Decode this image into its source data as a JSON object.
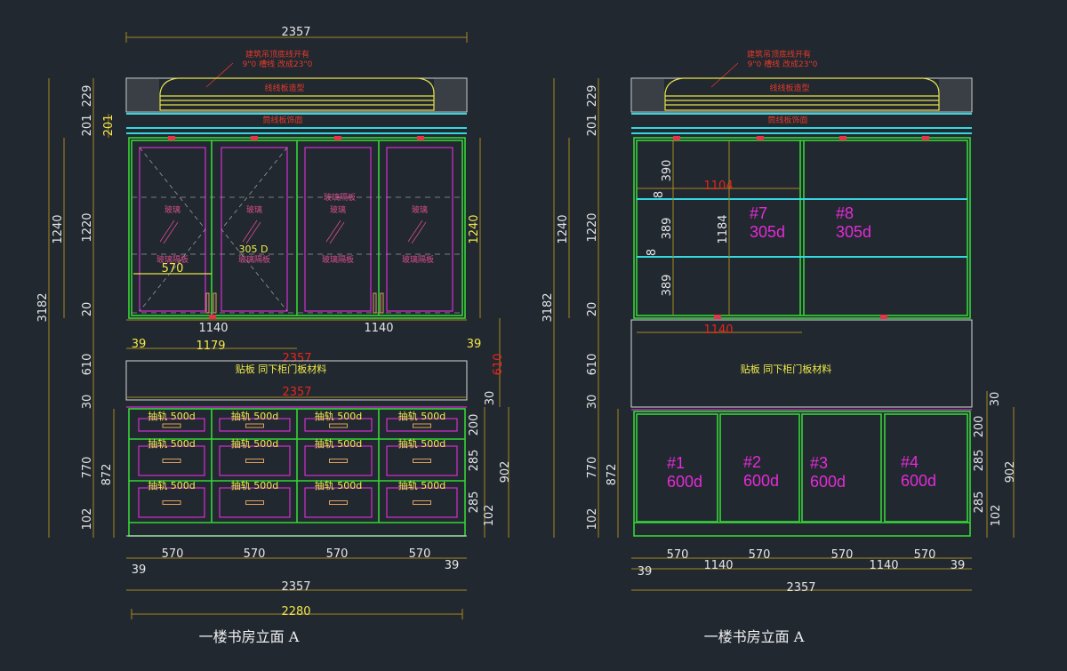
{
  "left": {
    "caption": "一楼书房立面 A",
    "top_dim": "2357",
    "ceiling_note_1": "建筑吊顶底线开有",
    "ceiling_note_2": "9\"0 槽线 改成23\"0",
    "crown_label": "线线板造型",
    "band_label": "筒线板饰面",
    "glass_labels": [
      "玻璃",
      "玻璃",
      "玻璃",
      "玻璃"
    ],
    "glass_shelf_labels": [
      "玻璃隔板",
      "玻璃隔板",
      "玻璃隔板",
      "玻璃隔板"
    ],
    "shelf_label_mid": "玻璃隔板",
    "inner_570": "570",
    "inner_305": "305 D",
    "dim_1140a": "1140",
    "dim_1140b": "1140",
    "dim_39l": "39",
    "dim_39r": "39",
    "dim_1179": "1179",
    "dim_2357_red1": "2357",
    "mid_label": "贴板 同下柜门板材料",
    "dim_2357_red2": "2357",
    "drawer_label": "抽轨 500d",
    "bottom_570": [
      "570",
      "570",
      "570",
      "570"
    ],
    "bottom_39l": "39",
    "bottom_39r": "39",
    "bottom_2357": "2357",
    "bottom_2280": "2280",
    "left_dims": [
      "3182",
      "1240",
      "229",
      "201",
      "1220",
      "20",
      "610",
      "30",
      "770",
      "102",
      "201",
      "872"
    ],
    "right_dims": [
      "1240",
      "610",
      "30",
      "200",
      "285",
      "285",
      "102",
      "902"
    ]
  },
  "right": {
    "caption": "一楼书房立面 A",
    "ceiling_note_1": "建筑吊顶底线开有",
    "ceiling_note_2": "9\"0 槽线 改成23\"0",
    "crown_label": "线线板造型",
    "band_label": "筒线板饰面",
    "dim_390": "390",
    "dim_8a": "8",
    "dim_389a": "389",
    "dim_8b": "8",
    "dim_389b": "389",
    "dim_1104": "1104",
    "dim_1184": "1184",
    "dim_1140": "1140",
    "tag7_a": "#7",
    "tag7_b": "305d",
    "tag8_a": "#8",
    "tag8_b": "305d",
    "mid_label": "贴板 同下柜门板材料",
    "tags": [
      {
        "a": "#1",
        "b": "600d"
      },
      {
        "a": "#2",
        "b": "600d"
      },
      {
        "a": "#3",
        "b": "600d"
      },
      {
        "a": "#4",
        "b": "600d"
      }
    ],
    "bottom_570": [
      "570",
      "570",
      "570",
      "570"
    ],
    "bottom_1140a": "1140",
    "bottom_1140b": "1140",
    "bottom_39l": "39",
    "bottom_39r": "39",
    "bottom_2357": "2357",
    "left_dims": [
      "3182",
      "1240",
      "229",
      "201",
      "1220",
      "20",
      "610",
      "30",
      "770",
      "102",
      "872"
    ],
    "right_dims": [
      "30",
      "200",
      "285",
      "285",
      "102",
      "902"
    ]
  }
}
